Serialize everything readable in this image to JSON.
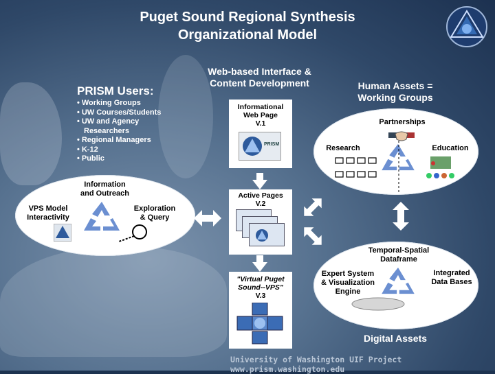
{
  "title": {
    "line1": "Puget Sound Regional Synthesis",
    "line2": "Organizational Model"
  },
  "users": {
    "heading": "PRISM Users:",
    "items": [
      {
        "text": "Working Groups",
        "bullet": true
      },
      {
        "text": "UW Courses/Students",
        "bullet": true
      },
      {
        "text": "UW and Agency",
        "bullet": true
      },
      {
        "text": "Researchers",
        "bullet": false
      },
      {
        "text": "Regional Managers",
        "bullet": true
      },
      {
        "text": "K-12",
        "bullet": true
      },
      {
        "text": "Public",
        "bullet": true
      }
    ]
  },
  "web_interface": {
    "heading_line1": "Web-based Interface &",
    "heading_line2": "Content Development",
    "v1": {
      "line1": "Informational",
      "line2": "Web Page",
      "line3": "V.1",
      "logo_text": "PRISM"
    },
    "v2": {
      "line1": "Active Pages",
      "line2": "V.2"
    },
    "v3": {
      "line1": "\"Virtual Puget",
      "line2": "Sound--VPS\"",
      "line3": "V.3"
    }
  },
  "left_ellipse": {
    "top_label_line1": "Information",
    "top_label_line2": "and Outreach",
    "left_label_line1": "VPS Model",
    "left_label_line2": "Interactivity",
    "right_label_line1": "Exploration",
    "right_label_line2": "& Query"
  },
  "human_assets": {
    "heading_line1": "Human Assets =",
    "heading_line2": "Working Groups",
    "partnerships": "Partnerships",
    "research": "Research",
    "education": "Education"
  },
  "digital_assets": {
    "heading": "Digital Assets",
    "dataframe_line1": "Temporal-Spatial",
    "dataframe_line2": "Dataframe",
    "engine_line1": "Expert System",
    "engine_line2": "& Visualization",
    "engine_line3": "Engine",
    "databases_line1": "Integrated",
    "databases_line2": "Data Bases"
  },
  "footer": "University of Washington  UIF Project  www.prism.washington.edu",
  "colors": {
    "title": "#ffffff",
    "arrow": "#ffffff",
    "recycle": "#6b8fd1",
    "background": "#2f4868"
  },
  "icons": [
    "prism-logo-icon",
    "recycle-arrows-icon",
    "handshake-icon",
    "computer-icon",
    "classroom-icon",
    "magnifier-icon",
    "double-arrow-icon",
    "down-arrow-icon",
    "database-disk-icon"
  ]
}
